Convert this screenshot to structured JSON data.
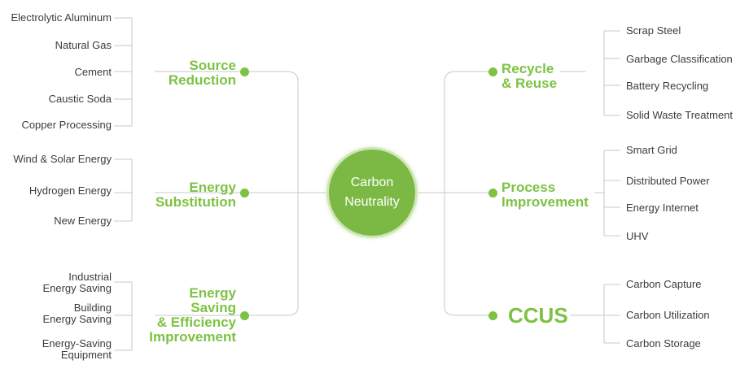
{
  "center": {
    "line1": "Carbon",
    "line2": "Neutrality"
  },
  "branches": {
    "source_reduction": {
      "line1": "Source",
      "line2": "Reduction",
      "items": [
        "Electrolytic Aluminum",
        "Natural Gas",
        "Cement",
        "Caustic Soda",
        "Copper Processing"
      ]
    },
    "energy_substitution": {
      "line1": "Energy",
      "line2": "Substitution",
      "items": [
        "Wind & Solar Energy",
        "Hydrogen Energy",
        "New Energy"
      ]
    },
    "energy_saving": {
      "line1": "Energy",
      "line2": "Saving",
      "line3": "& Efficiency",
      "line4": "Improvement",
      "items": [
        {
          "line1": "Industrial",
          "line2": "Energy Saving"
        },
        {
          "line1": "Building",
          "line2": "Energy Saving"
        },
        {
          "line1": "Energy-Saving",
          "line2": "Equipment"
        }
      ]
    },
    "recycle_reuse": {
      "line1": "Recycle",
      "line2": "& Reuse",
      "items": [
        "Scrap Steel",
        "Garbage Classification",
        "Battery Recycling",
        "Solid Waste Treatment"
      ]
    },
    "process_improvement": {
      "line1": "Process",
      "line2": "Improvement",
      "items": [
        "Smart Grid",
        "Distributed Power",
        "Energy Internet",
        "UHV"
      ]
    },
    "ccus": {
      "label": "CCUS",
      "items": [
        "Carbon Capture",
        "Carbon Utilization",
        "Carbon Storage"
      ]
    }
  }
}
